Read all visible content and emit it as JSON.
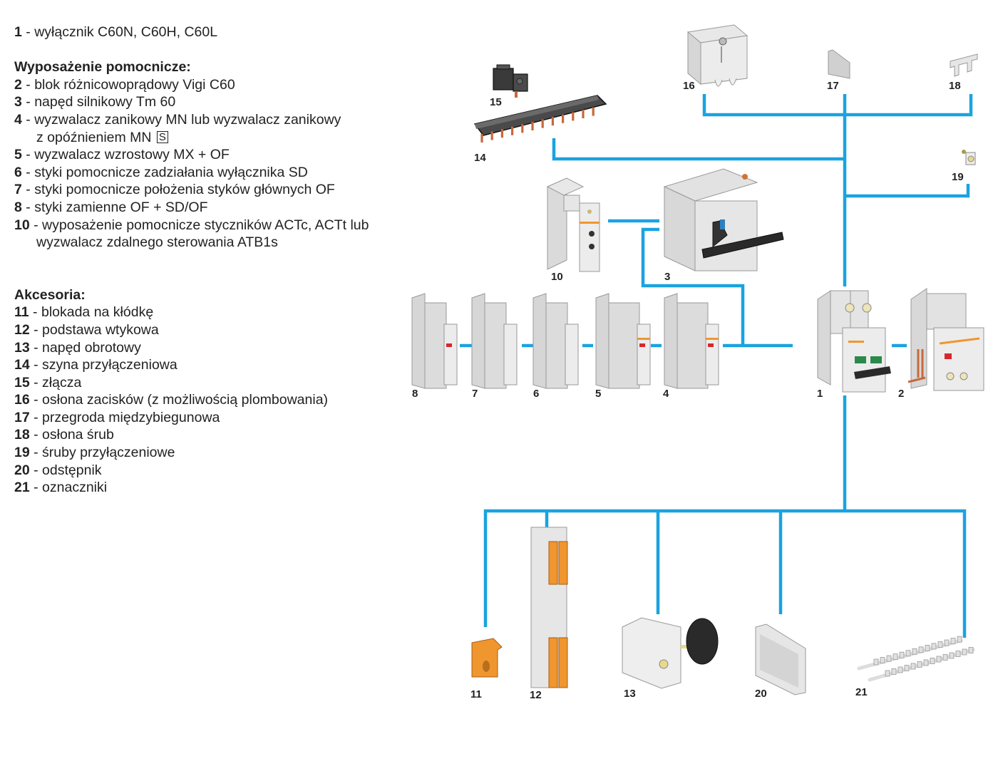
{
  "legend": {
    "main": {
      "num": "1",
      "text": "wyłącznik C60N, C60H, C60L"
    },
    "auxiliary": {
      "heading": "Wyposażenie pomocnicze:",
      "items": [
        {
          "num": "2",
          "text": "blok różnicowoprądowy Vigi C60"
        },
        {
          "num": "3",
          "text": "napęd silnikowy Tm 60"
        },
        {
          "num": "4",
          "text": "wyzwalacz zanikowy MN lub wyzwalacz zanikowy",
          "text2": "z opóźnieniem MN",
          "badge": "S"
        },
        {
          "num": "5",
          "text": "wyzwalacz wzrostowy MX + OF"
        },
        {
          "num": "6",
          "text": "styki pomocnicze zadziałania wyłącznika SD"
        },
        {
          "num": "7",
          "text": "styki pomocnicze położenia styków głównych OF"
        },
        {
          "num": "8",
          "text": "styki zamienne OF + SD/OF"
        },
        {
          "num": "10",
          "text": "wyposażenie pomocnicze styczników ACTc, ACTt lub",
          "text2": "wyzwalacz zdalnego sterowania ATB1s"
        }
      ]
    },
    "accessories": {
      "heading": "Akcesoria:",
      "items": [
        {
          "num": "11",
          "text": "blokada na kłódkę"
        },
        {
          "num": "12",
          "text": "podstawa wtykowa"
        },
        {
          "num": "13",
          "text": "napęd obrotowy"
        },
        {
          "num": "14",
          "text": "szyna przyłączeniowa"
        },
        {
          "num": "15",
          "text": "złącza"
        },
        {
          "num": "16",
          "text": "osłona zacisków (z możliwością plombowania)"
        },
        {
          "num": "17",
          "text": "przegroda międzybiegunowa"
        },
        {
          "num": "18",
          "text": "osłona śrub"
        },
        {
          "num": "19",
          "text": "śruby przyłączeniowe"
        },
        {
          "num": "20",
          "text": "odstępnik"
        },
        {
          "num": "21",
          "text": "oznaczniki"
        }
      ]
    }
  },
  "diagram": {
    "connector_color": "#1aa3e0",
    "accent_orange": "#f0962e",
    "labels": {
      "n1": "1",
      "n2": "2",
      "n3": "3",
      "n4": "4",
      "n5": "5",
      "n6": "6",
      "n7": "7",
      "n8": "8",
      "n10": "10",
      "n11": "11",
      "n12": "12",
      "n13": "13",
      "n14": "14",
      "n15": "15",
      "n16": "16",
      "n17": "17",
      "n18": "18",
      "n19": "19",
      "n20": "20",
      "n21": "21"
    }
  }
}
